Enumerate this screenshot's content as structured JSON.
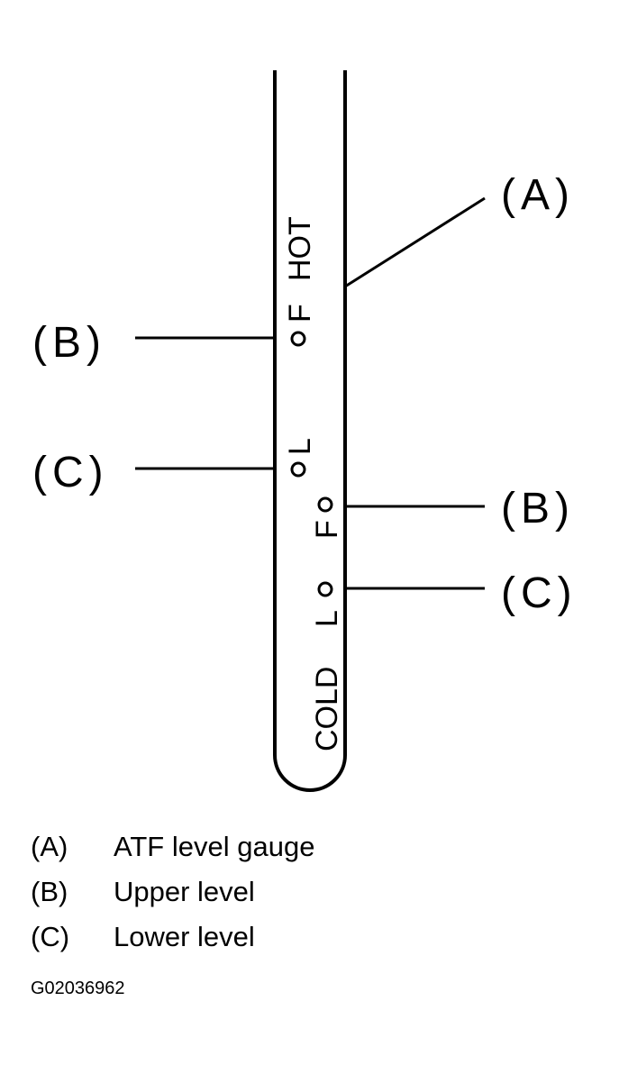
{
  "callouts": {
    "a": "(A)",
    "b": "(B)",
    "c": "(C)"
  },
  "gauge": {
    "hot_label": "HOT",
    "cold_label": "COLD",
    "upper_mark": "F",
    "lower_mark": "L"
  },
  "legend": [
    {
      "key": "(A)",
      "text": "ATF level gauge"
    },
    {
      "key": "(B)",
      "text": "Upper level"
    },
    {
      "key": "(C)",
      "text": "Lower level"
    }
  ],
  "figure_id": "G02036962",
  "colors": {
    "ink": "#000000",
    "background": "#ffffff"
  }
}
